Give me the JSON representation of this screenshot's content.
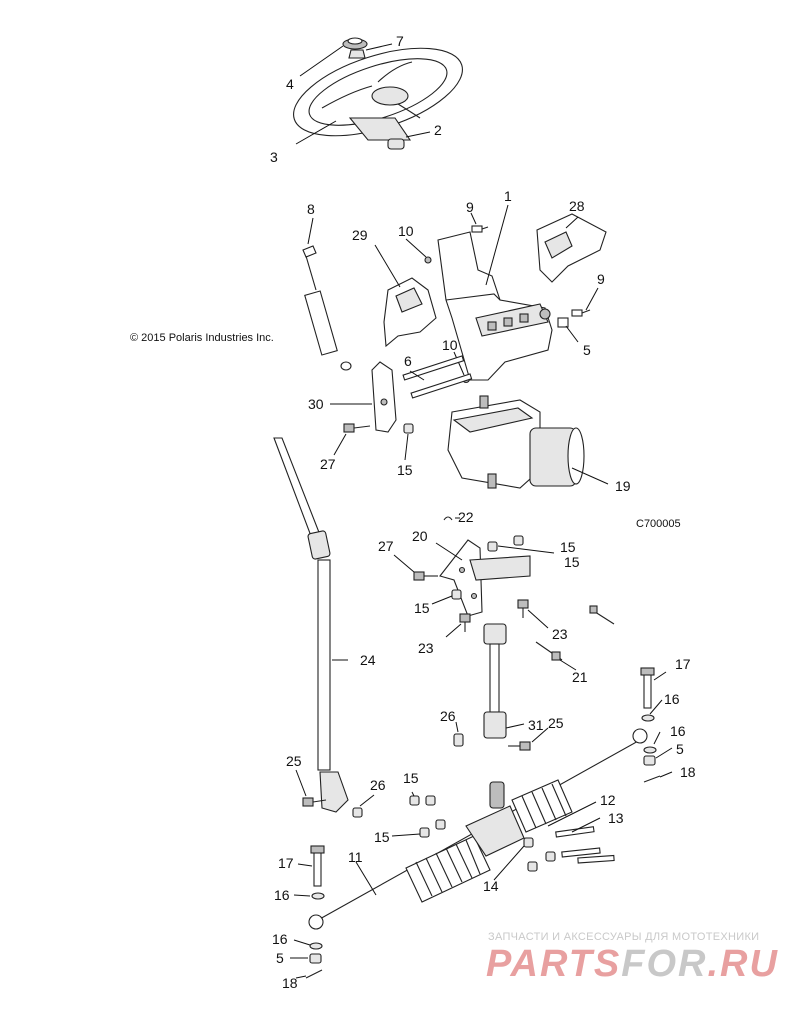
{
  "copyright": "© 2015 Polaris Industries Inc.",
  "diagram_code": "C700005",
  "watermark": {
    "tagline": "ЗАПЧАСТИ И АКСЕССУАРЫ ДЛЯ МОТОТЕХНИКИ",
    "brand_a": "PARTS",
    "brand_b": "FOR",
    "brand_c": ".RU",
    "color_red": "#e8a0a0",
    "color_grey": "#c8c8c8"
  },
  "callouts": {
    "c1": "1",
    "c2": "2",
    "c3": "3",
    "c4": "4",
    "c5a": "5",
    "c5b": "5",
    "c5c": "5",
    "c6": "6",
    "c7": "7",
    "c8": "8",
    "c9a": "9",
    "c9b": "9",
    "c10a": "10",
    "c10b": "10",
    "c11": "11",
    "c12": "12",
    "c13": "13",
    "c14": "14",
    "c15a": "15",
    "c15b": "15",
    "c15c": "15",
    "c15d": "15",
    "c15e": "15",
    "c15f": "15",
    "c16a": "16",
    "c16b": "16",
    "c16c": "16",
    "c16d": "16",
    "c17a": "17",
    "c17b": "17",
    "c18a": "18",
    "c18b": "18",
    "c19": "19",
    "c20": "20",
    "c21": "21",
    "c22": "22",
    "c23a": "23",
    "c23b": "23",
    "c24": "24",
    "c25a": "25",
    "c25b": "25",
    "c26a": "26",
    "c26b": "26",
    "c27a": "27",
    "c27b": "27",
    "c28": "28",
    "c29": "29",
    "c30": "30",
    "c31": "31"
  }
}
